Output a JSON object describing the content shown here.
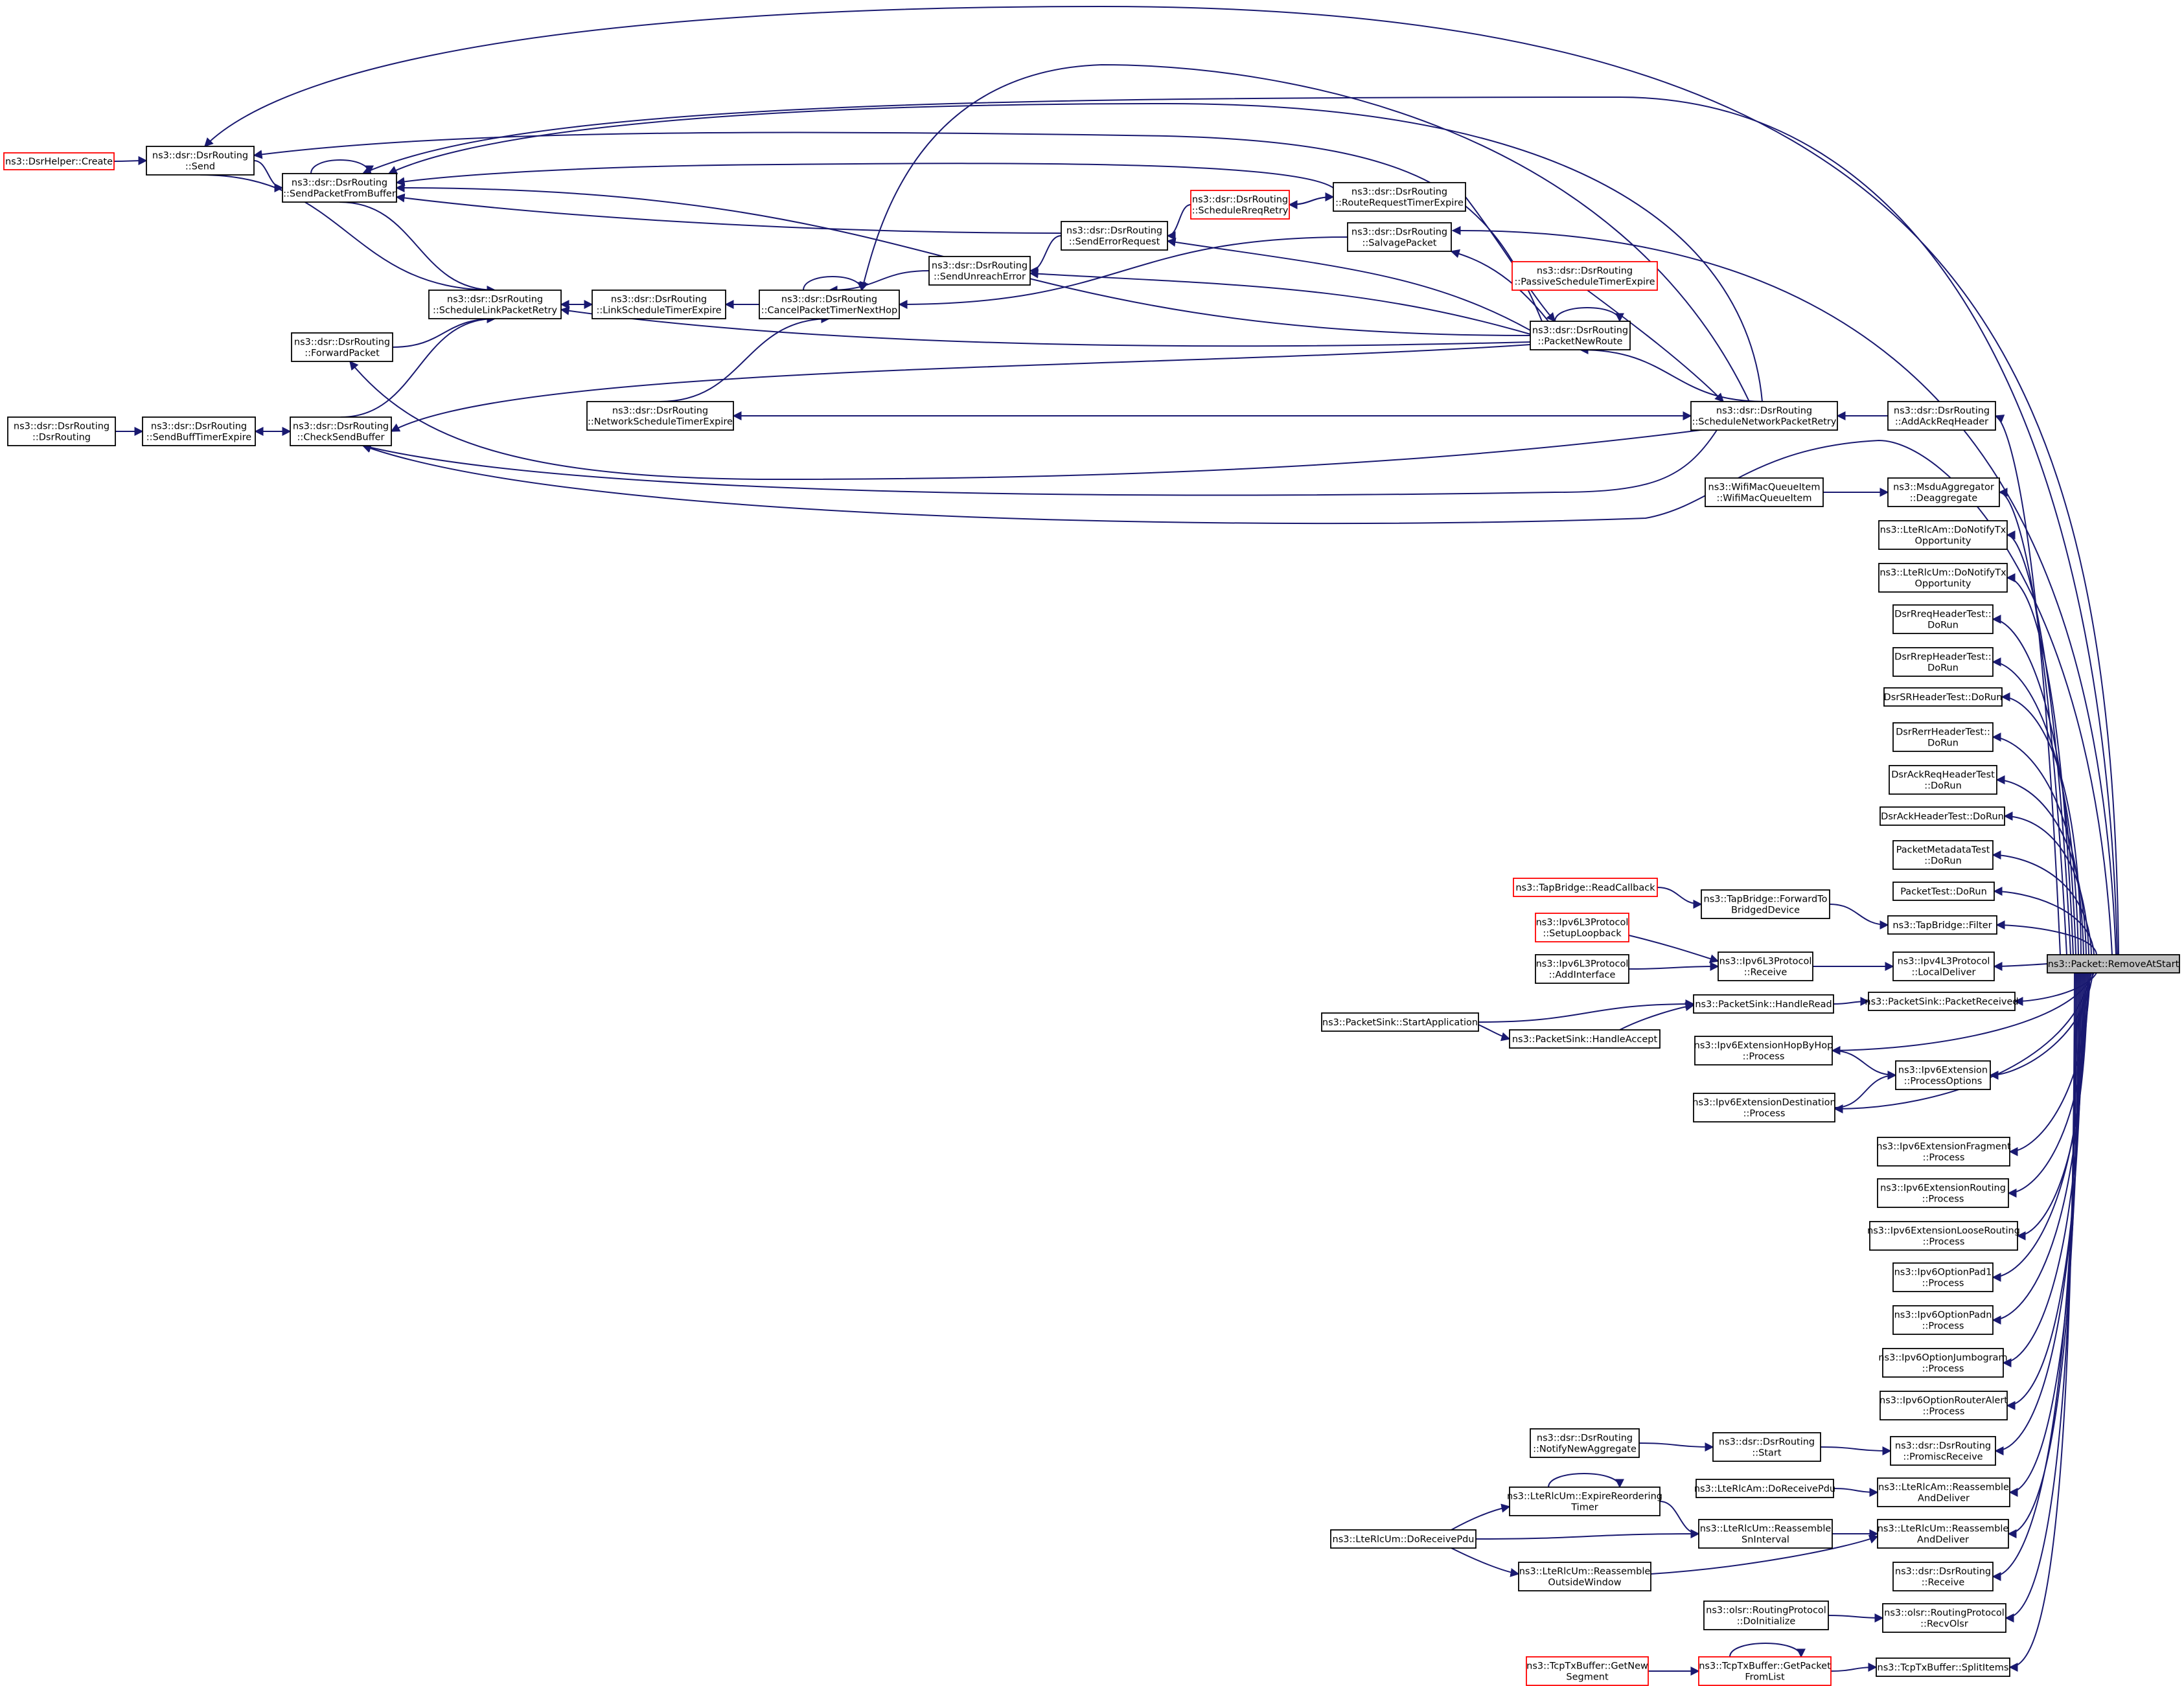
{
  "colors": {
    "edge": "#191970",
    "node_border": "#000000",
    "node_red_border": "#ff0000",
    "highlight_fill": "#bfbfbf",
    "background": "#ffffff"
  },
  "nodes": {
    "n01": {
      "lines": [
        "ns3::DsrHelper::Create"
      ],
      "red": true
    },
    "n02": {
      "lines": [
        "ns3::dsr::DsrRouting",
        "::Send"
      ]
    },
    "n03": {
      "lines": [
        "ns3::dsr::DsrRouting",
        "::SendPacketFromBuffer"
      ]
    },
    "n04": {
      "lines": [
        "ns3::dsr::DsrRouting",
        "::ScheduleLinkPacketRetry"
      ]
    },
    "n05": {
      "lines": [
        "ns3::dsr::DsrRouting",
        "::ForwardPacket"
      ]
    },
    "n06": {
      "lines": [
        "ns3::dsr::DsrRouting",
        "::DsrRouting"
      ]
    },
    "n07": {
      "lines": [
        "ns3::dsr::DsrRouting",
        "::SendBuffTimerExpire"
      ]
    },
    "n08": {
      "lines": [
        "ns3::dsr::DsrRouting",
        "::CheckSendBuffer"
      ]
    },
    "n09": {
      "lines": [
        "ns3::dsr::DsrRouting",
        "::LinkScheduleTimerExpire"
      ]
    },
    "n10": {
      "lines": [
        "ns3::dsr::DsrRouting",
        "::CancelPacketTimerNextHop"
      ]
    },
    "n11": {
      "lines": [
        "ns3::dsr::DsrRouting",
        "::SendUnreachError"
      ]
    },
    "n12": {
      "lines": [
        "ns3::dsr::DsrRouting",
        "::SendErrorRequest"
      ]
    },
    "n13": {
      "lines": [
        "ns3::dsr::DsrRouting",
        "::ScheduleRreqRetry"
      ],
      "red": true
    },
    "n14": {
      "lines": [
        "ns3::dsr::DsrRouting",
        "::RouteRequestTimerExpire"
      ]
    },
    "n15": {
      "lines": [
        "ns3::dsr::DsrRouting",
        "::SalvagePacket"
      ]
    },
    "n16": {
      "lines": [
        "ns3::dsr::DsrRouting",
        "::PassiveScheduleTimerExpire"
      ],
      "red": true
    },
    "n17": {
      "lines": [
        "ns3::dsr::DsrRouting",
        "::PacketNewRoute"
      ]
    },
    "n18": {
      "lines": [
        "ns3::dsr::DsrRouting",
        "::NetworkScheduleTimerExpire"
      ]
    },
    "n19": {
      "lines": [
        "ns3::dsr::DsrRouting",
        "::ScheduleNetworkPacketRetry"
      ]
    },
    "n20": {
      "lines": [
        "ns3::dsr::DsrRouting",
        "::AddAckReqHeader"
      ]
    },
    "n21": {
      "lines": [
        "ns3::WifiMacQueueItem",
        "::WifiMacQueueItem"
      ]
    },
    "n22": {
      "lines": [
        "ns3::MsduAggregator",
        "::Deaggregate"
      ]
    },
    "n23": {
      "lines": [
        "ns3::LteRlcAm::DoNotifyTx",
        "Opportunity"
      ]
    },
    "n24": {
      "lines": [
        "ns3::LteRlcUm::DoNotifyTx",
        "Opportunity"
      ]
    },
    "n25": {
      "lines": [
        "DsrRreqHeaderTest::",
        "DoRun"
      ]
    },
    "n26": {
      "lines": [
        "DsrRrepHeaderTest::",
        "DoRun"
      ]
    },
    "n27": {
      "lines": [
        "DsrSRHeaderTest::DoRun"
      ]
    },
    "n28": {
      "lines": [
        "DsrRerrHeaderTest::",
        "DoRun"
      ]
    },
    "n29": {
      "lines": [
        "DsrAckReqHeaderTest",
        "::DoRun"
      ]
    },
    "n30": {
      "lines": [
        "DsrAckHeaderTest::DoRun"
      ]
    },
    "n31": {
      "lines": [
        "PacketMetadataTest",
        "::DoRun"
      ]
    },
    "n32": {
      "lines": [
        "PacketTest::DoRun"
      ]
    },
    "n33": {
      "lines": [
        "ns3::TapBridge::ReadCallback"
      ],
      "red": true
    },
    "n34": {
      "lines": [
        "ns3::TapBridge::ForwardTo",
        "BridgedDevice"
      ]
    },
    "n35": {
      "lines": [
        "ns3::TapBridge::Filter"
      ]
    },
    "n36": {
      "lines": [
        "ns3::Ipv6L3Protocol",
        "::SetupLoopback"
      ],
      "red": true
    },
    "n37": {
      "lines": [
        "ns3::Ipv6L3Protocol",
        "::AddInterface"
      ]
    },
    "n38": {
      "lines": [
        "ns3::Ipv6L3Protocol",
        "::Receive"
      ]
    },
    "n39": {
      "lines": [
        "ns3::Ipv4L3Protocol",
        "::LocalDeliver"
      ]
    },
    "n40": {
      "lines": [
        "ns3::Packet::RemoveAtStart"
      ],
      "highlight": true
    },
    "n41": {
      "lines": [
        "ns3::PacketSink::StartApplication"
      ]
    },
    "n42": {
      "lines": [
        "ns3::PacketSink::HandleRead"
      ]
    },
    "n43": {
      "lines": [
        "ns3::PacketSink::HandleAccept"
      ]
    },
    "n44": {
      "lines": [
        "ns3::PacketSink::PacketReceived"
      ]
    },
    "n45": {
      "lines": [
        "ns3::Ipv6ExtensionHopByHop",
        "::Process"
      ]
    },
    "n46": {
      "lines": [
        "ns3::Ipv6Extension",
        "::ProcessOptions"
      ]
    },
    "n47": {
      "lines": [
        "ns3::Ipv6ExtensionDestination",
        "::Process"
      ]
    },
    "n48": {
      "lines": [
        "ns3::Ipv6ExtensionFragment",
        "::Process"
      ]
    },
    "n49": {
      "lines": [
        "ns3::Ipv6ExtensionRouting",
        "::Process"
      ]
    },
    "n50": {
      "lines": [
        "ns3::Ipv6ExtensionLooseRouting",
        "::Process"
      ]
    },
    "n51": {
      "lines": [
        "ns3::Ipv6OptionPad1",
        "::Process"
      ]
    },
    "n52": {
      "lines": [
        "ns3::Ipv6OptionPadn",
        "::Process"
      ]
    },
    "n53": {
      "lines": [
        "ns3::Ipv6OptionJumbogram",
        "::Process"
      ]
    },
    "n54": {
      "lines": [
        "ns3::Ipv6OptionRouterAlert",
        "::Process"
      ]
    },
    "n55": {
      "lines": [
        "ns3::dsr::DsrRouting",
        "::NotifyNewAggregate"
      ]
    },
    "n56": {
      "lines": [
        "ns3::dsr::DsrRouting",
        "::Start"
      ]
    },
    "n57": {
      "lines": [
        "ns3::dsr::DsrRouting",
        "::PromiscReceive"
      ]
    },
    "n58": {
      "lines": [
        "ns3::LteRlcAm::DoReceivePdu"
      ]
    },
    "n59": {
      "lines": [
        "ns3::LteRlcAm::Reassemble",
        "AndDeliver"
      ]
    },
    "n60": {
      "lines": [
        "ns3::LteRlcUm::ExpireReordering",
        "Timer"
      ]
    },
    "n61": {
      "lines": [
        "ns3::LteRlcUm::DoReceivePdu"
      ]
    },
    "n62": {
      "lines": [
        "ns3::LteRlcUm::Reassemble",
        "SnInterval"
      ]
    },
    "n63": {
      "lines": [
        "ns3::LteRlcUm::Reassemble",
        "AndDeliver"
      ]
    },
    "n64": {
      "lines": [
        "ns3::LteRlcUm::Reassemble",
        "OutsideWindow"
      ]
    },
    "n65": {
      "lines": [
        "ns3::dsr::DsrRouting",
        "::Receive"
      ]
    },
    "n66": {
      "lines": [
        "ns3::olsr::RoutingProtocol",
        "::DoInitialize"
      ]
    },
    "n67": {
      "lines": [
        "ns3::olsr::RoutingProtocol",
        "::RecvOlsr"
      ]
    },
    "n68": {
      "lines": [
        "ns3::TcpTxBuffer::GetNew",
        "Segment"
      ],
      "red": true
    },
    "n69": {
      "lines": [
        "ns3::TcpTxBuffer::GetPacket",
        "FromList"
      ],
      "red": true
    },
    "n70": {
      "lines": [
        "ns3::TcpTxBuffer::SplitItems"
      ]
    }
  },
  "edges": [
    [
      "n01",
      "n02"
    ],
    [
      "n02",
      "n03"
    ],
    [
      "n03",
      "n03"
    ],
    [
      "n03",
      "n04"
    ],
    [
      "n02",
      "n04"
    ],
    [
      "n05",
      "n04"
    ],
    [
      "n08",
      "n04"
    ],
    [
      "n06",
      "n07"
    ],
    [
      "n07",
      "n08"
    ],
    [
      "n08",
      "n07"
    ],
    [
      "n09",
      "n04"
    ],
    [
      "n04",
      "n09"
    ],
    [
      "n10",
      "n09"
    ],
    [
      "n10",
      "n10"
    ],
    [
      "n11",
      "n10"
    ],
    [
      "n12",
      "n11"
    ],
    [
      "n13",
      "n12"
    ],
    [
      "n14",
      "n13"
    ],
    [
      "n13",
      "n14"
    ],
    [
      "n14",
      "n03"
    ],
    [
      "n12",
      "n03"
    ],
    [
      "n15",
      "n10"
    ],
    [
      "n17",
      "n02"
    ],
    [
      "n17",
      "n03"
    ],
    [
      "n17",
      "n04"
    ],
    [
      "n17",
      "n08"
    ],
    [
      "n17",
      "n11"
    ],
    [
      "n17",
      "n12"
    ],
    [
      "n17",
      "n15"
    ],
    [
      "n17",
      "n17"
    ],
    [
      "n19",
      "n17"
    ],
    [
      "n14",
      "n17"
    ],
    [
      "n16",
      "n19"
    ],
    [
      "n19",
      "n18"
    ],
    [
      "n18",
      "n19"
    ],
    [
      "n18",
      "n10"
    ],
    [
      "n19",
      "n05"
    ],
    [
      "n19",
      "n08"
    ],
    [
      "n19",
      "n10"
    ],
    [
      "n19",
      "n03"
    ],
    [
      "n20",
      "n19"
    ],
    [
      "n40",
      "n20"
    ],
    [
      "n21",
      "n22"
    ],
    [
      "n40",
      "n22"
    ],
    [
      "n40",
      "n23"
    ],
    [
      "n40",
      "n24"
    ],
    [
      "n40",
      "n25"
    ],
    [
      "n40",
      "n26"
    ],
    [
      "n40",
      "n27"
    ],
    [
      "n40",
      "n28"
    ],
    [
      "n40",
      "n29"
    ],
    [
      "n40",
      "n30"
    ],
    [
      "n40",
      "n31"
    ],
    [
      "n40",
      "n32"
    ],
    [
      "n33",
      "n34"
    ],
    [
      "n34",
      "n35"
    ],
    [
      "n40",
      "n35"
    ],
    [
      "n36",
      "n38"
    ],
    [
      "n37",
      "n38"
    ],
    [
      "n38",
      "n39"
    ],
    [
      "n40",
      "n39"
    ],
    [
      "n41",
      "n42"
    ],
    [
      "n41",
      "n43"
    ],
    [
      "n43",
      "n42"
    ],
    [
      "n42",
      "n44"
    ],
    [
      "n40",
      "n44"
    ],
    [
      "n40",
      "n45"
    ],
    [
      "n45",
      "n46"
    ],
    [
      "n47",
      "n46"
    ],
    [
      "n40",
      "n46"
    ],
    [
      "n40",
      "n47"
    ],
    [
      "n40",
      "n48"
    ],
    [
      "n40",
      "n49"
    ],
    [
      "n40",
      "n50"
    ],
    [
      "n40",
      "n51"
    ],
    [
      "n40",
      "n52"
    ],
    [
      "n40",
      "n53"
    ],
    [
      "n40",
      "n54"
    ],
    [
      "n55",
      "n56"
    ],
    [
      "n56",
      "n57"
    ],
    [
      "n40",
      "n57"
    ],
    [
      "n58",
      "n59"
    ],
    [
      "n40",
      "n59"
    ],
    [
      "n60",
      "n60"
    ],
    [
      "n61",
      "n60"
    ],
    [
      "n61",
      "n62"
    ],
    [
      "n61",
      "n64"
    ],
    [
      "n60",
      "n62"
    ],
    [
      "n62",
      "n63"
    ],
    [
      "n64",
      "n63"
    ],
    [
      "n40",
      "n63"
    ],
    [
      "n40",
      "n65"
    ],
    [
      "n66",
      "n67"
    ],
    [
      "n40",
      "n67"
    ],
    [
      "n68",
      "n69"
    ],
    [
      "n69",
      "n69"
    ],
    [
      "n69",
      "n70"
    ],
    [
      "n40",
      "n70"
    ],
    [
      "n40",
      "n02"
    ],
    [
      "n40",
      "n15"
    ],
    [
      "n40",
      "n08"
    ],
    [
      "n40",
      "n03"
    ]
  ]
}
